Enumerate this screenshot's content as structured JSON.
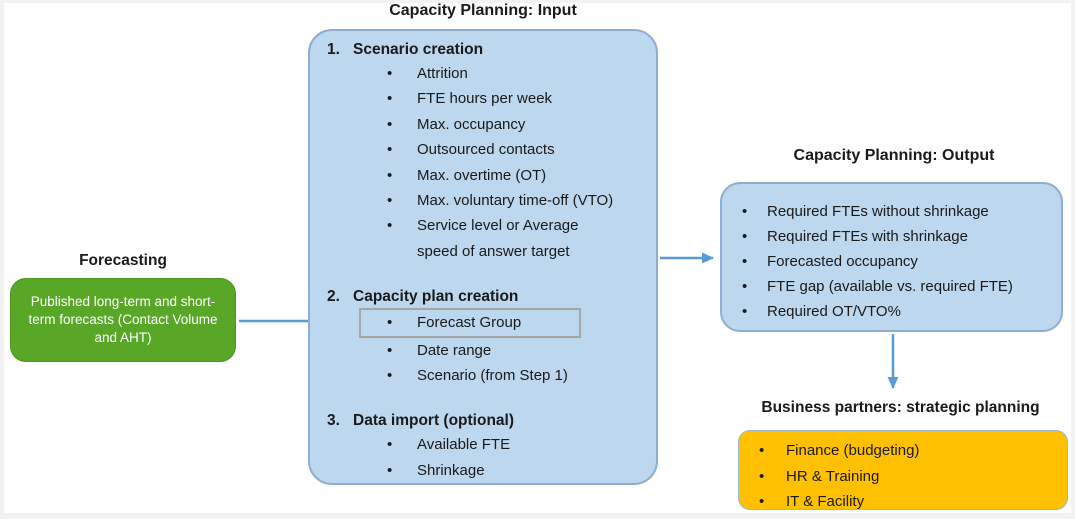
{
  "colors": {
    "canvas_background": "#ffffff",
    "frame_background": "#f2f2f2",
    "blue_box_fill": "#bdd7ee",
    "blue_box_border": "#8fadd0",
    "green_box_fill": "#58a727",
    "orange_box_fill": "#ffc000",
    "arrow_blue": "#5b9bd5",
    "highlight_outline_gray": "#a6a6a6",
    "text_black": "#1a1a1a",
    "text_white": "#ffffff"
  },
  "forecasting": {
    "title": "Forecasting",
    "body": "Published long-term and short-term forecasts (Contact Volume and AHT)"
  },
  "input": {
    "title": "Capacity Planning: Input",
    "sections": [
      {
        "number": "1.",
        "heading": "Scenario creation",
        "items": [
          "Attrition",
          "FTE hours per week",
          "Max. occupancy",
          "Outsourced contacts",
          "Max. overtime (OT)",
          "Max. voluntary time-off (VTO)",
          "Service level or Average speed of answer target"
        ]
      },
      {
        "number": "2.",
        "heading": "Capacity plan creation",
        "items": [
          "Forecast Group",
          "Date range",
          "Scenario (from Step 1)"
        ],
        "highlighted_item": "Forecast Group"
      },
      {
        "number": "3.",
        "heading": "Data import (optional)",
        "items": [
          "Available FTE",
          "Shrinkage"
        ]
      }
    ]
  },
  "output": {
    "title": "Capacity Planning: Output",
    "items": [
      "Required FTEs without shrinkage",
      "Required FTEs with shrinkage",
      "Forecasted occupancy",
      "FTE gap (available vs. required FTE)",
      "Required OT/VTO%"
    ]
  },
  "business": {
    "title": "Business partners: strategic planning",
    "items": [
      "Finance (budgeting)",
      "HR & Training",
      "IT & Facility"
    ]
  }
}
